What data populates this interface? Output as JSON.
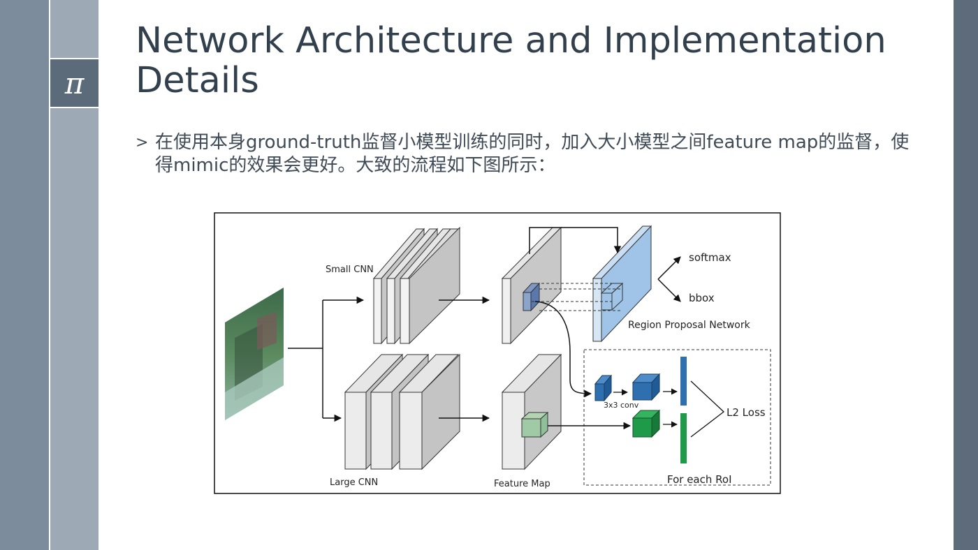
{
  "slide": {
    "title": "Network Architecture and Implementation Details",
    "logo_symbol": "π",
    "bullet_text": "在使用本身ground-truth监督小模型训练的同时，加入大小模型之间feature map的监督，使得mimic的效果会更好。大致的流程如下图所示："
  },
  "figure": {
    "small_cnn": "Small CNN",
    "large_cnn": "Large CNN",
    "feature_map": "Feature Map",
    "softmax": "softmax",
    "bbox": "bbox",
    "rpn": "Region Proposal Network",
    "conv": "3x3 conv",
    "l2_loss": "L2 Loss",
    "roi": "For each RoI"
  },
  "colors": {
    "rpn_blue": "#9fc4e7",
    "conv_blue": "#2e6fb0",
    "green": "#1e9a48",
    "slate_dark": "#5d6b7b",
    "slate_light": "#9daab6"
  }
}
